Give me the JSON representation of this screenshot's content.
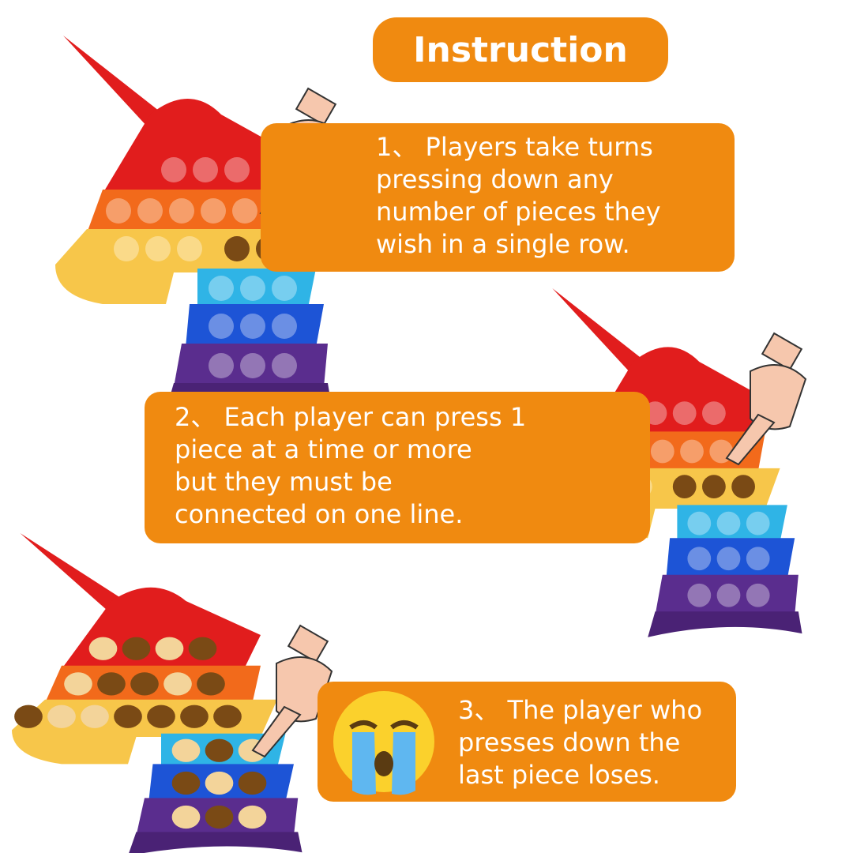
{
  "title": "Instruction",
  "steps": [
    {
      "number": "1、",
      "text": "Players take turns\npressing down any\nnumber of pieces they\nwish in a single row."
    },
    {
      "number": "2、",
      "text": "Each player can press 1\npiece at a time or more\nbut they must be\nconnected on one line."
    },
    {
      "number": "3、",
      "text": "The player who\npresses down the\nlast piece loses."
    }
  ],
  "icons": [
    "unicorn-popit-toy",
    "pointing-hand-icon",
    "crying-face-emoji"
  ],
  "colors": {
    "accent_orange": "#f08a10",
    "red": "#e11d1d",
    "orange": "#f26a1b",
    "yellow": "#f7c64a",
    "cyan": "#2fb4e6",
    "blue": "#1d54d6",
    "purple": "#5a2d8e",
    "pressed": "#7a4a15"
  }
}
